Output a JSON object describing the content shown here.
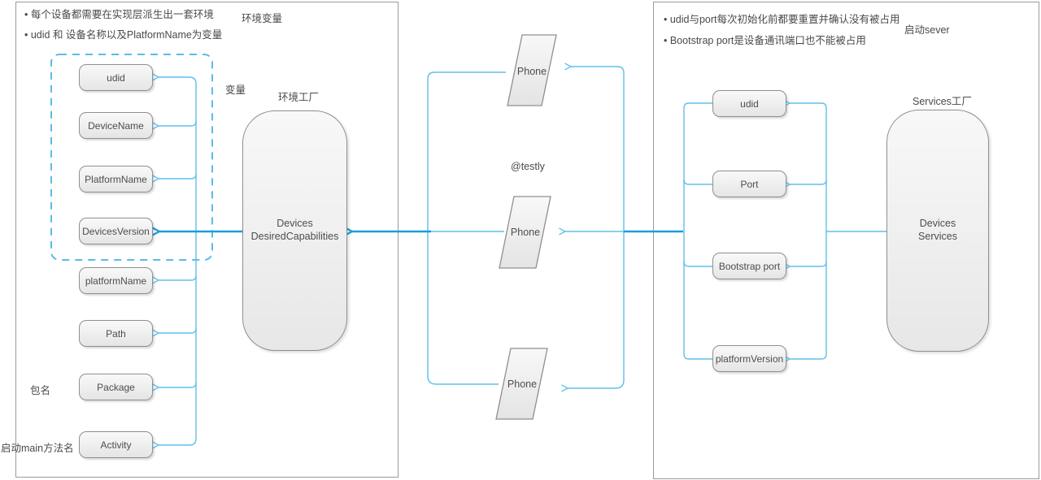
{
  "diagram": {
    "left_panel": {
      "notes": [
        "• 每个设备都需要在实现层派生出一套环境",
        "• udid 和 设备名称以及PlatformName为变量"
      ],
      "region_label": "环境变量",
      "vars_label": "变量",
      "factory_label": "环境工厂",
      "factory_name_line1": "Devices",
      "factory_name_line2": "DesiredCapabilities",
      "boxes": [
        "udid",
        "DeviceName",
        "PlatformName",
        "DevicesVersion",
        "platformName",
        "Path",
        "Package",
        "Activity"
      ],
      "package_label": "包名",
      "activity_label": "启动main方法名"
    },
    "middle": {
      "phone1": "Phone",
      "phone2": "Phone",
      "phone3": "Phone",
      "account_label": "@testly"
    },
    "right_panel": {
      "notes": [
        "• udid与port每次初始化前都要重置并确认没有被占用",
        "• Bootstrap port是设备通讯端口也不能被占用"
      ],
      "region_label": "启动sever",
      "factory_label": "Services工厂",
      "factory_name_line1": "Devices",
      "factory_name_line2": "Services",
      "boxes": [
        "udid",
        "Port",
        "Bootstrap port",
        "platformVersion"
      ]
    },
    "colors": {
      "connector_light": "#5ec0ea",
      "connector_dark": "#1b9ed9",
      "shape_border": "#8f8f8f",
      "dashed_group": "#58bde9",
      "text": "#4d4d4d"
    }
  }
}
